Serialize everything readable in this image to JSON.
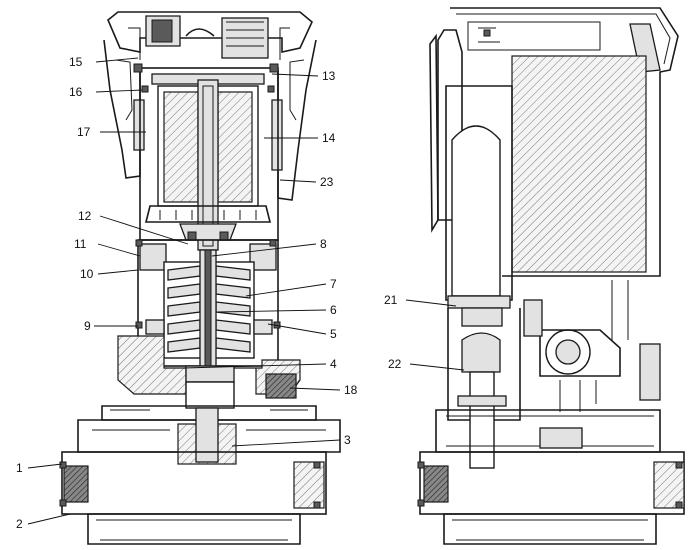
{
  "figure": {
    "labels": [
      {
        "id": "15",
        "text": "15"
      },
      {
        "id": "16",
        "text": "16"
      },
      {
        "id": "17",
        "text": "17"
      },
      {
        "id": "12",
        "text": "12"
      },
      {
        "id": "11",
        "text": "11"
      },
      {
        "id": "10",
        "text": "10"
      },
      {
        "id": "9",
        "text": "9"
      },
      {
        "id": "1",
        "text": "1"
      },
      {
        "id": "2",
        "text": "2"
      },
      {
        "id": "13",
        "text": "13"
      },
      {
        "id": "14",
        "text": "14"
      },
      {
        "id": "23",
        "text": "23"
      },
      {
        "id": "8",
        "text": "8"
      },
      {
        "id": "7",
        "text": "7"
      },
      {
        "id": "6",
        "text": "6"
      },
      {
        "id": "5",
        "text": "5"
      },
      {
        "id": "4",
        "text": "4"
      },
      {
        "id": "18",
        "text": "18"
      },
      {
        "id": "3",
        "text": "3"
      },
      {
        "id": "21",
        "text": "21"
      },
      {
        "id": "22",
        "text": "22"
      }
    ]
  }
}
